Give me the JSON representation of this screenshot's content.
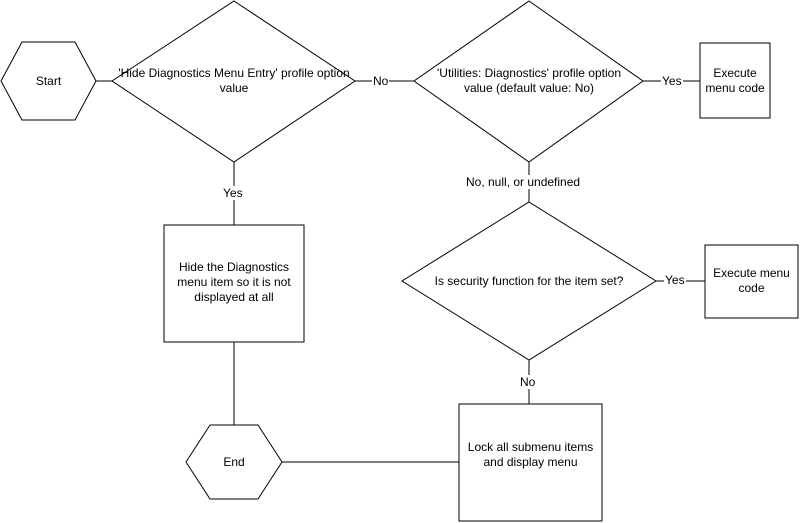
{
  "nodes": {
    "start": "Start",
    "hide_entry": "'Hide Diagnostics Menu Entry' profile option value",
    "utilities": "'Utilities: Diagnostics' profile option value (default value: No)",
    "execute_1": "Execute menu code",
    "hide_item": "Hide the Diagnostics menu item so it is not displayed at all",
    "security": "Is security function for the item set?",
    "execute_2": "Execute menu code",
    "lock": "Lock all submenu items and display menu",
    "end": "End"
  },
  "edges": {
    "no_1": "No",
    "yes_1": "Yes",
    "yes_2": "Yes",
    "no_null": "No, null, or undefined",
    "yes_3": "Yes",
    "no_2": "No"
  },
  "colors": {
    "stroke": "#000000",
    "fill": "#ffffff"
  }
}
